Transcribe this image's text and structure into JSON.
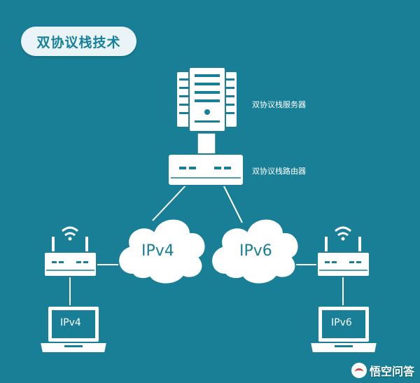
{
  "title": "双协议栈技术",
  "nodes": {
    "server_label": "双协议栈服务器",
    "router_label": "双协议栈路由器",
    "cloud_ipv4": "IPv4",
    "cloud_ipv6": "IPv6",
    "laptop_left_screen": "IPv4",
    "laptop_right_screen": "IPv6"
  },
  "watermark": "悟空问答",
  "colors": {
    "background": "#187f96",
    "device": "#ffffff",
    "accent": "#187f96"
  }
}
